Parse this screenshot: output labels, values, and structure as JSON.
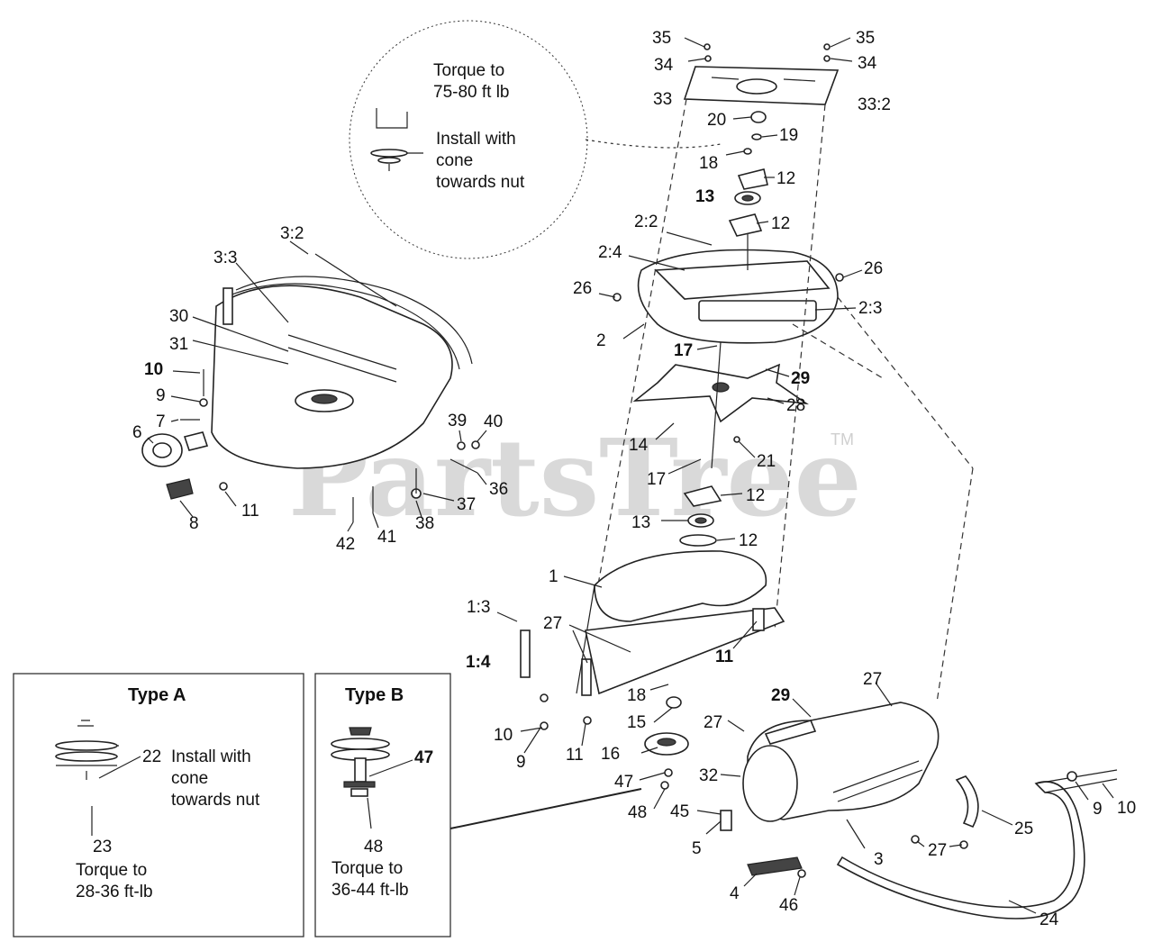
{
  "watermark": "PartsTree",
  "trademark": "TM",
  "callout_circle": {
    "torque_note": "Torque to 75-80 ft lb",
    "install_note": [
      "Install with",
      "cone",
      "towards nut"
    ]
  },
  "type_a": {
    "title": "Type A",
    "install_note": [
      "Install with",
      "cone",
      "towards nut"
    ],
    "part_22": "22",
    "part_23": "23",
    "torque_note": [
      "Torque to",
      "28-36 ft-lb"
    ]
  },
  "type_b": {
    "title": "Type B",
    "part_47": "47",
    "part_48": "48",
    "torque_note": [
      "Torque to",
      "36-44 ft-lb"
    ]
  },
  "labels": {
    "l35a": "35",
    "l35b": "35",
    "l34a": "34",
    "l34b": "34",
    "l33": "33",
    "l33_2": "33:2",
    "l20": "20",
    "l19": "19",
    "l18a": "18",
    "l12a": "12",
    "l13a": "13",
    "l12b": "12",
    "l2_2": "2:2",
    "l2_4": "2:4",
    "l26a": "26",
    "l26b": "26",
    "l2_3": "2:3",
    "l2": "2",
    "l17a": "17",
    "l29a": "29",
    "l28": "28",
    "l14": "14",
    "l21": "21",
    "l17b": "17",
    "l12c": "12",
    "l13b": "13",
    "l12d": "12",
    "l1": "1",
    "l1_3": "1:3",
    "l27a": "27",
    "l1_4": "1:4",
    "l11a": "11",
    "l18b": "18",
    "l10a": "10",
    "l9a": "9",
    "l11b": "11",
    "l15": "15",
    "l16": "16",
    "l29b": "29",
    "l27b": "27",
    "l27c": "27",
    "l32": "32",
    "l47": "47",
    "l48": "48",
    "l45": "45",
    "l5": "5",
    "l4": "4",
    "l46": "46",
    "l3": "3",
    "l27d": "27",
    "l25": "25",
    "l24": "24",
    "l9b": "9",
    "l10b": "10",
    "l3_2": "3:2",
    "l3_3": "3:3",
    "l30": "30",
    "l31": "31",
    "l10c": "10",
    "l9c": "9",
    "l7": "7",
    "l6": "6",
    "l8": "8",
    "l11c": "11",
    "l39": "39",
    "l40": "40",
    "l36": "36",
    "l37": "37",
    "l38": "38",
    "l41": "41",
    "l42": "42"
  },
  "colors": {
    "line": "#222222",
    "watermark": "#d9d9d9",
    "background": "#ffffff"
  }
}
